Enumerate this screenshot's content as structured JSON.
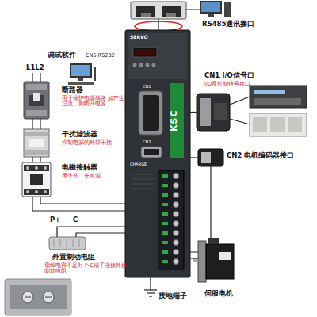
{
  "diagram": {
    "nodes": [
      {
        "text": [
          "RS485通讯接口"
        ]
      },
      {
        "text": [
          "SERVO",
          "KSC"
        ]
      },
      {
        "text": [
          "调试软件",
          "CN5 RS232"
        ]
      },
      {
        "text": [
          "断路器",
          "用于保护电源线路 如产生过流，则断开电源"
        ]
      },
      {
        "text": [
          "干扰滤波器",
          "抑制电源的外部干扰"
        ]
      },
      {
        "text": [
          "电磁接触器",
          "用于开、关电源"
        ]
      },
      {
        "text": [
          "外置制动电阻",
          "母线电容不足时 P-C端子连接外接制动电阻"
        ]
      },
      {
        "text": [
          "CN1 I/O信号口",
          "I/O及控制信号接口"
        ]
      },
      {
        "text": [
          "CN2 电机编码器接口"
        ]
      },
      {
        "text": [
          "伺服电机"
        ]
      }
    ],
    "edges": [
      {
        "from": 0,
        "to": 1,
        "arrow": "none"
      },
      {
        "from": 2,
        "to": 1,
        "arrow": "none"
      },
      {
        "from": 3,
        "to": 4,
        "arrow": "none"
      },
      {
        "from": 4,
        "to": 5,
        "arrow": "none"
      },
      {
        "from": 5,
        "to": 1,
        "arrow": "none"
      },
      {
        "from": 6,
        "to": 1,
        "arrow": "none"
      },
      {
        "from": 1,
        "to": 7,
        "arrow": "none"
      },
      {
        "from": 1,
        "to": 8,
        "arrow": "none"
      },
      {
        "from": 8,
        "to": 9,
        "arrow": "none"
      },
      {
        "from": 1,
        "to": 9,
        "arrow": "none"
      }
    ],
    "labels": [
      "L1L2",
      "P+",
      "C",
      "接地端子",
      "CN1",
      "CN2",
      "CHARGE"
    ]
  }
}
